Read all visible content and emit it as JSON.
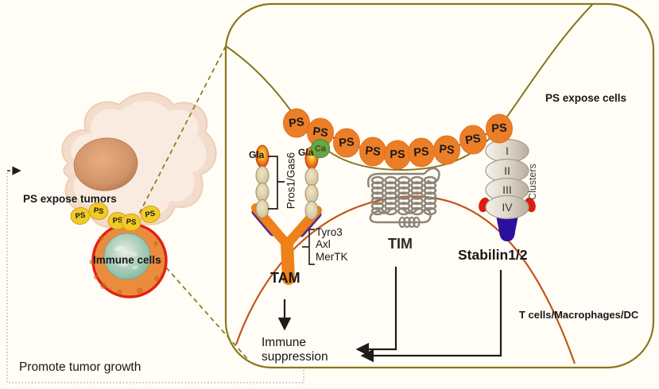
{
  "left_scene": {
    "tumor_label": "PS expose tumors",
    "immune_cell_label": "Immune cells",
    "feedback_label": "Promote tumor growth",
    "ps_badge": "PS"
  },
  "panel": {
    "top_cell_label": "PS expose cells",
    "bottom_cell_label": "T cells/Macrophages/DC",
    "ps_bead": "PS",
    "ca_ion": "Ca",
    "gla_domain": "Gla",
    "ligand_bracket": "Pros1/Gas6",
    "tam": {
      "name": "TAM",
      "members": [
        "Tyro3",
        "Axl",
        "MerTK"
      ]
    },
    "tim": {
      "name": "TIM"
    },
    "stabilin": {
      "name": "Stabilin1/2",
      "clusters_label": "Clusters",
      "domains": [
        "I",
        "II",
        "III",
        "IV"
      ]
    },
    "outcome": {
      "line1": "Immune",
      "line2": "suppression"
    }
  },
  "colors": {
    "background": "#FFFDF6",
    "membrane_olive": "#8A761C",
    "membrane_orange": "#C3561D",
    "ps_bead_orange": "#EC7E28",
    "ps_badge_yellow": "#F2CA28",
    "immune_cell_red": "#E32010",
    "ca_green": "#66A844",
    "stabilin_stem_blue": "#2D0FA0",
    "tam_orange": "#EE8119",
    "tam_purple": "#5C2A87",
    "tim_gray": "#8D8478"
  }
}
